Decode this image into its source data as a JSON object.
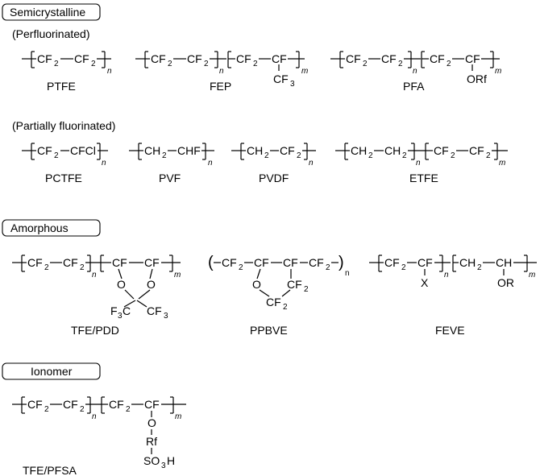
{
  "sections": {
    "semicrystalline": {
      "label": "Semicrystalline",
      "perfluorinated": "(Perfluorinated)",
      "partially": "(Partially fluorinated)"
    },
    "amorphous": {
      "label": "Amorphous"
    },
    "ionomer": {
      "label": "Ionomer"
    }
  },
  "polymers": {
    "ptfe": "PTFE",
    "fep": "FEP",
    "pfa": "PFA",
    "pctfe": "PCTFE",
    "pvf": "PVF",
    "pvdf": "PVDF",
    "etfe": "ETFE",
    "tfepdd": "TFE/PDD",
    "ppbve": "PPBVE",
    "feve": "FEVE",
    "tfepfsa": "TFE/PFSA"
  },
  "sym": {
    "cf": "CF",
    "cf2": "CF",
    "ch2": "CH",
    "ch": "CH",
    "chf": "CHF",
    "cfcl": "CFCl",
    "cf3": "CF",
    "f3c": "F",
    "c": "C",
    "sub2": "2",
    "sub3": "3",
    "o": "O",
    "orf": "ORf",
    "or": "OR",
    "x": "X",
    "rf": "Rf",
    "so": "SO",
    "h": "H",
    "n": "n",
    "m": "m"
  }
}
